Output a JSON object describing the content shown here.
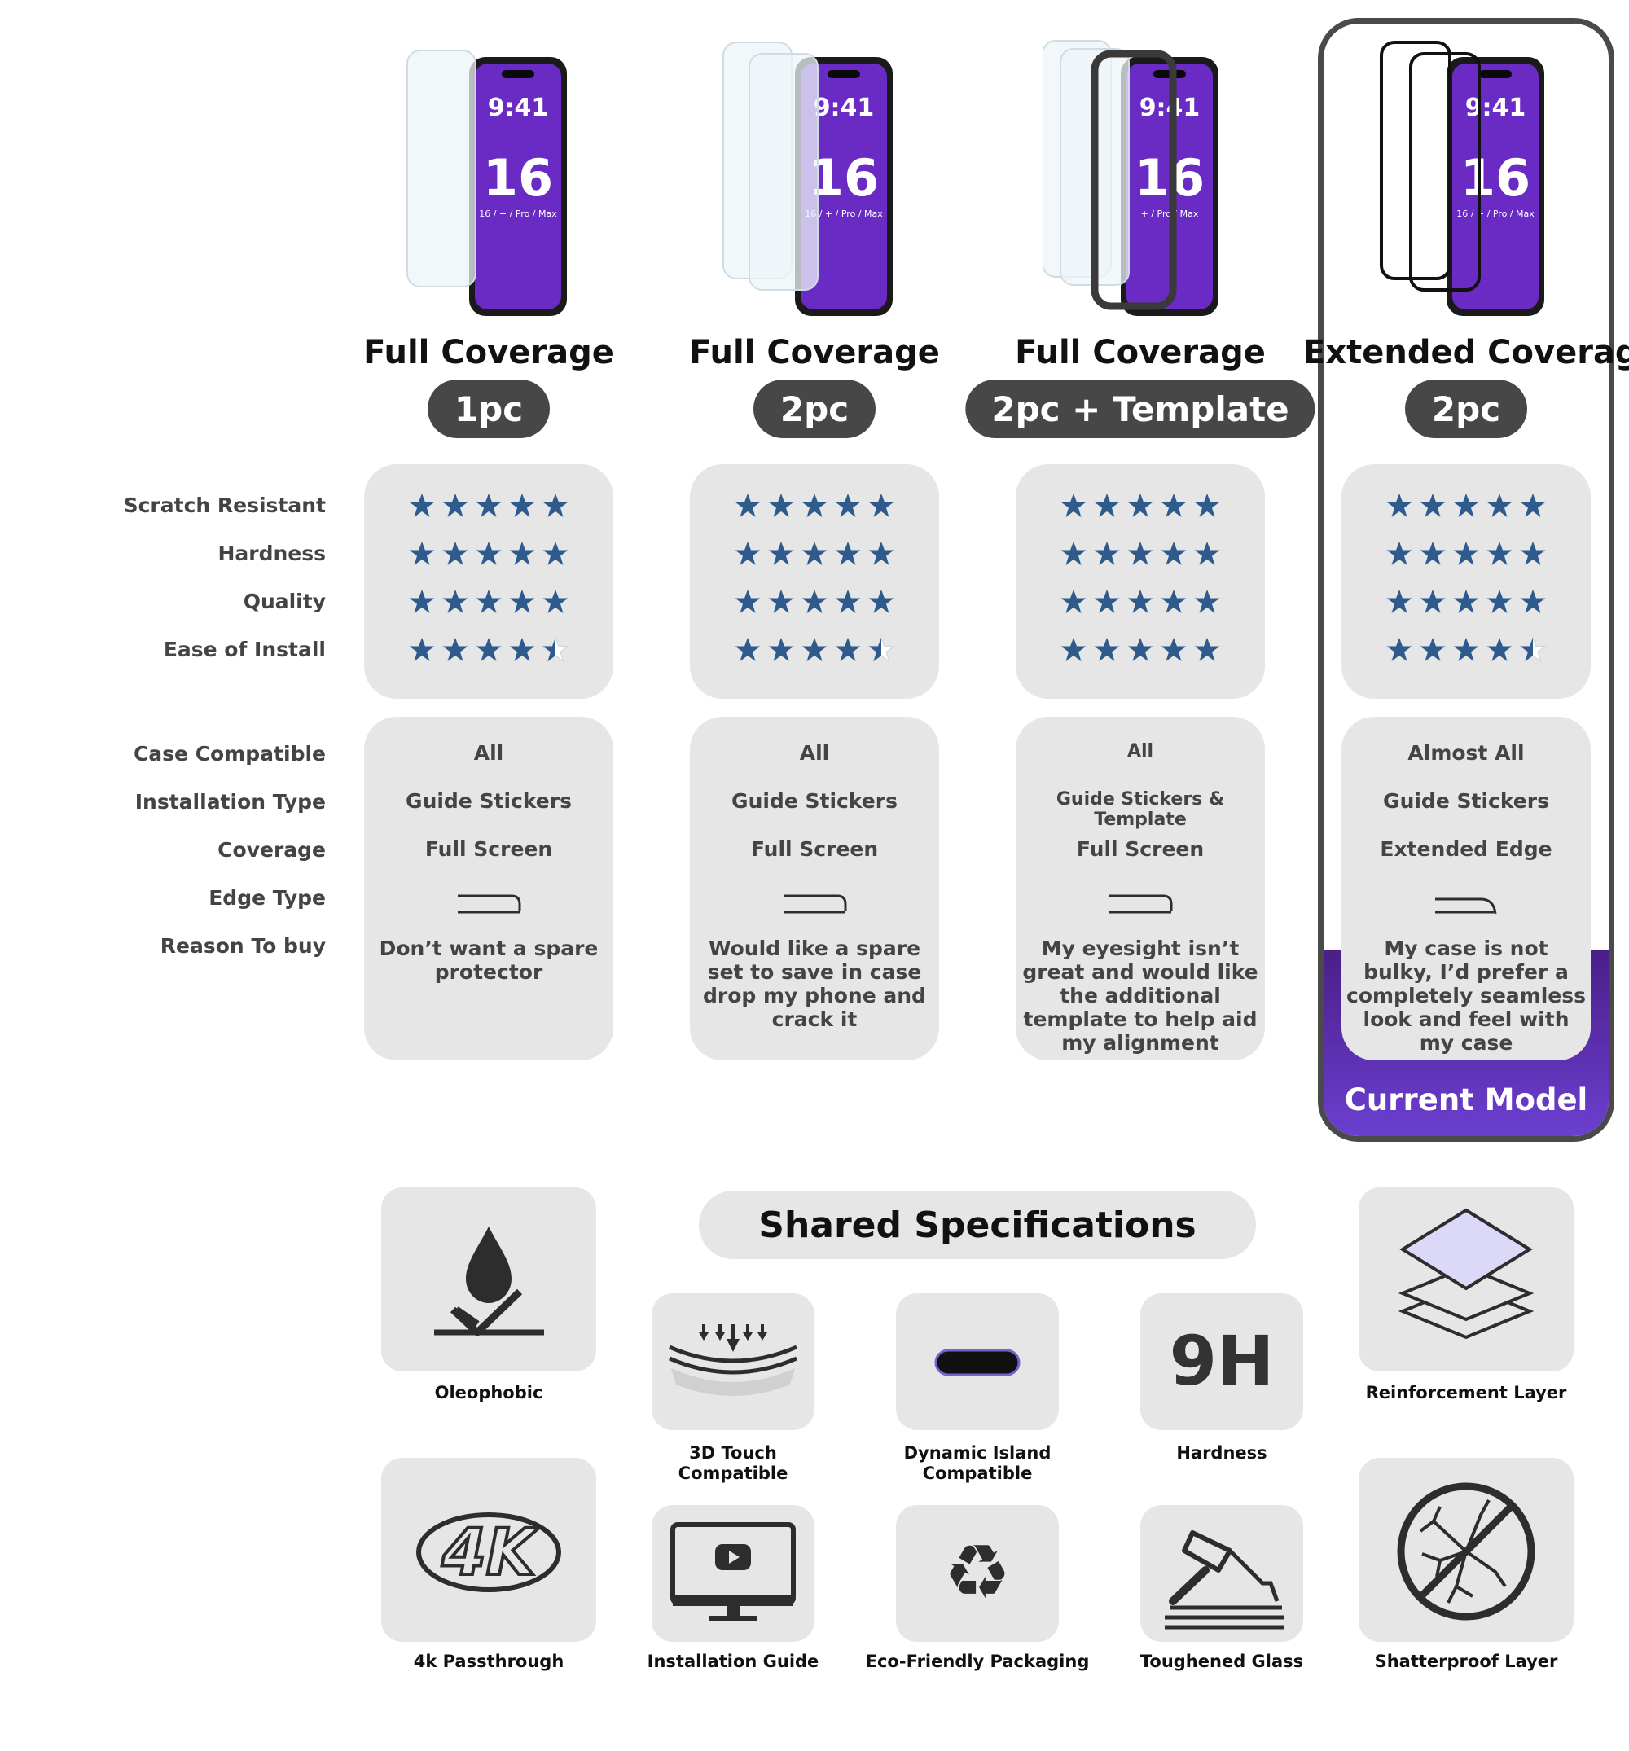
{
  "columns": [
    {
      "title": "Full Coverage",
      "variant": "1pc",
      "phone_text": {
        "time": "9:41",
        "model": "16",
        "sub": "16 / + / Pro / Max"
      },
      "ratings": [
        5,
        5,
        5,
        4.5
      ],
      "case": "All",
      "install": "Guide Stickers",
      "coverage": "Full Screen",
      "edge": "flat",
      "reason": "Don’t want a spare protector"
    },
    {
      "title": "Full Coverage",
      "variant": "2pc",
      "phone_text": {
        "time": "9:41",
        "model": "16",
        "sub": "16 / + / Pro / Max"
      },
      "ratings": [
        5,
        5,
        5,
        4.5
      ],
      "case": "All",
      "install": "Guide Stickers",
      "coverage": "Full Screen",
      "edge": "flat",
      "reason": "Would like a spare set to save in case drop my phone and crack it"
    },
    {
      "title": "Full Coverage",
      "variant": "2pc + Template",
      "phone_text": {
        "time": "9:41",
        "model": "16",
        "sub": "+ / Pro / Max"
      },
      "ratings": [
        5,
        5,
        5,
        5
      ],
      "case": "All",
      "install": "Guide Stickers & Template",
      "coverage": "Full Screen",
      "edge": "flat",
      "reason": "My eyesight isn’t great and would like the additional template to help aid my alignment"
    },
    {
      "title": "Extended Coverage",
      "variant": "2pc",
      "phone_text": {
        "time": "9:41",
        "model": "16",
        "sub": "16 / + / Pro / Max"
      },
      "ratings": [
        5,
        5,
        5,
        4.5
      ],
      "case": "Almost All",
      "install": "Guide Stickers",
      "coverage": "Extended Edge",
      "edge": "curved",
      "reason": "My case is not bulky, I’d prefer a completely seamless look and feel with my case",
      "badge": "Current Model"
    }
  ],
  "row_labels": {
    "ratings": [
      "Scratch Resistant",
      "Hardness",
      "Quality",
      "Ease of Install"
    ],
    "info": [
      "Case Compatible",
      "Installation Type",
      "Coverage",
      "Edge Type",
      "Reason To buy"
    ]
  },
  "shared": {
    "title": "Shared Specifications",
    "items": {
      "oleophobic": "Oleophobic",
      "touch": "3D Touch\nCompatible",
      "island": "Dynamic Island\nCompatible",
      "hardness_value": "9H",
      "hardness": "Hardness",
      "reinforcement": "Reinforcement Layer",
      "passthrough": "4k Passthrough",
      "passthrough_glyph": "4K",
      "guide": "Installation Guide",
      "eco": "Eco-Friendly Packaging",
      "toughened": "Toughened Glass",
      "shatter": "Shatterproof Layer"
    }
  },
  "colors": {
    "star": "#2f5b8c",
    "pill": "#474747",
    "panel": "#e6e6e6",
    "current": "#5b2fb0",
    "screen": "#6a2bc4"
  }
}
